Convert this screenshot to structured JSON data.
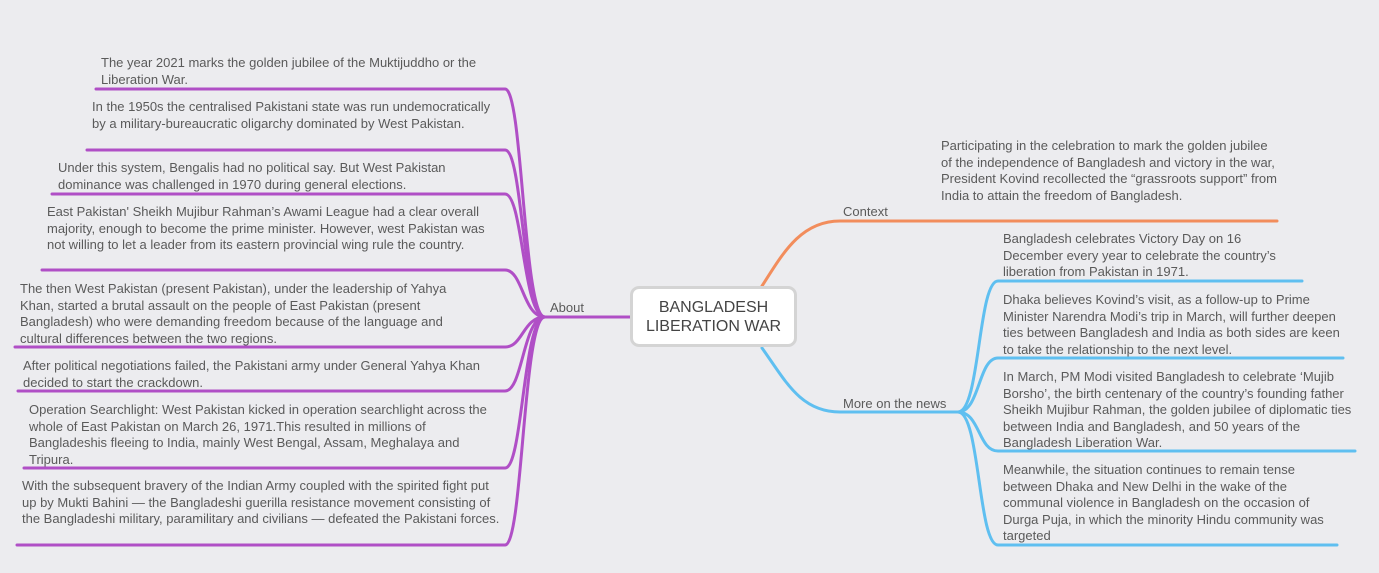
{
  "central_topic": "BANGLADESH\nLIBERATION WAR",
  "colors": {
    "about": "#b04fc6",
    "context": "#f28d5c",
    "news": "#5fbff0",
    "background": "#ececef"
  },
  "branches": {
    "about": {
      "label": "About",
      "items": [
        "The year 2021 marks the golden jubilee of the Muktijuddho or the Liberation War.",
        "In the 1950s the centralised Pakistani state was run undemocratically by a military-bureaucratic oligarchy dominated by West Pakistan.",
        "Under this system, Bengalis had no political say. But West Pakistan dominance was challenged in 1970 during general elections.",
        "East Pakistan' Sheikh Mujibur Rahman’s Awami League had a clear overall majority, enough to become the prime minister. However, west Pakistan was not willing to let a leader from its eastern provincial wing rule the country.",
        "The then West Pakistan (present Pakistan), under the leadership of Yahya Khan, started a brutal assault on the people of East Pakistan (present Bangladesh) who were demanding freedom because of the language and cultural differences between the two regions.",
        "After political negotiations failed, the Pakistani army under General Yahya Khan decided to start the crackdown.",
        "Operation Searchlight: West Pakistan kicked in operation searchlight across the whole of East Pakistan on March 26, 1971.This resulted in millions of Bangladeshis fleeing to India, mainly West Bengal, Assam, Meghalaya and Tripura.",
        "With the subsequent bravery of the Indian Army coupled with the spirited fight put up by Mukti Bahini — the Bangladeshi guerilla resistance movement consisting of the Bangladeshi military, paramilitary and civilians — defeated the Pakistani forces."
      ]
    },
    "context": {
      "label": "Context",
      "items": [
        " Participating in the celebration to mark the golden jubilee of the independence of Bangladesh and victory in the war, President Kovind recollected the “grassroots support” from India to attain the freedom of Bangladesh."
      ]
    },
    "news": {
      "label": "More on the news",
      "items": [
        "Bangladesh celebrates Victory Day on 16 December every year to celebrate the country’s liberation from Pakistan in 1971.",
        "Dhaka believes Kovind’s visit, as a follow-up to Prime Minister Narendra Modi’s trip in March, will further deepen ties between Bangladesh and India as both sides are keen to take the relationship to the next level.",
        "In March, PM Modi visited Bangladesh to celebrate ‘Mujib Borsho’, the birth centenary of the country’s founding father Sheikh Mujibur Rahman, the golden jubilee of diplomatic ties between India and Bangladesh, and 50 years of the Bangladesh Liberation War.",
        "Meanwhile, the situation continues to remain tense between Dhaka and New Delhi in the wake of the communal violence in Bangladesh on the occasion of Durga Puja, in which the minority Hindu community was targeted"
      ]
    }
  }
}
